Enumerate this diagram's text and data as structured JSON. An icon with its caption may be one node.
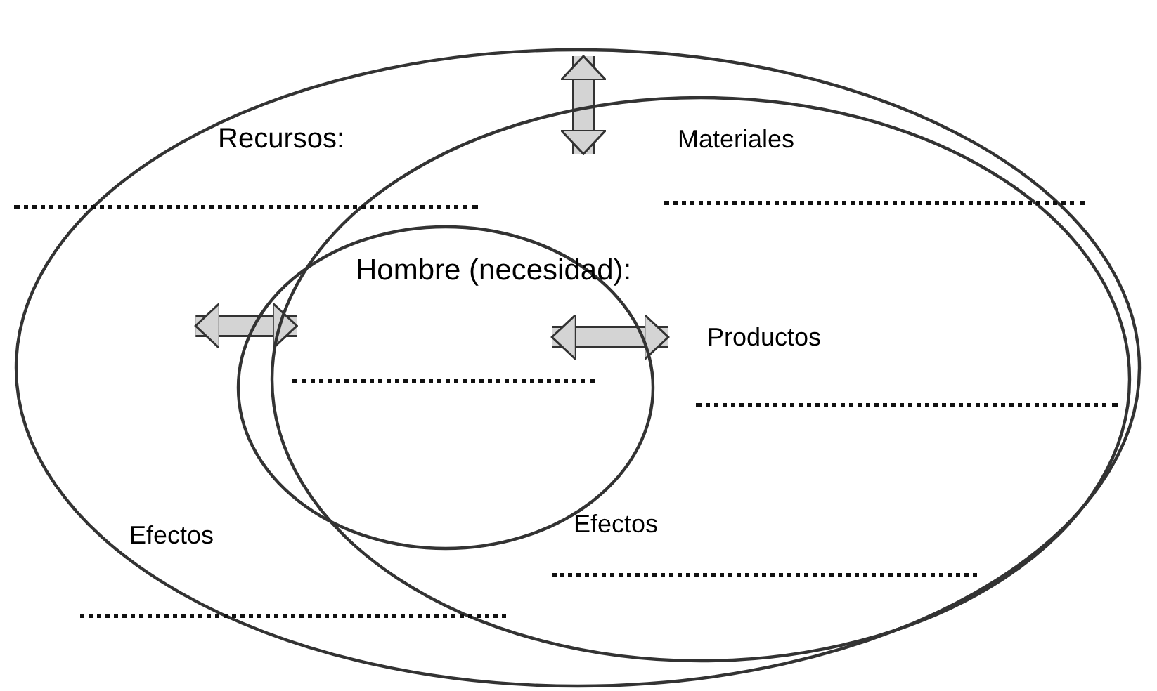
{
  "diagram": {
    "nodes": [
      {
        "text": [
          "Recursos:",
          "Efectos"
        ]
      },
      {
        "text": [
          "Materiales",
          "Productos",
          "Efectos"
        ],
        "in": 0
      },
      {
        "text": [
          "Hombre (necesidad):"
        ],
        "in": 0
      }
    ],
    "edges": [
      {
        "from": 0,
        "to": 1,
        "arrow": "both"
      },
      {
        "from": null,
        "to": 2,
        "arrow": "both"
      },
      {
        "from": 2,
        "to": 1,
        "arrow": "both"
      }
    ]
  }
}
